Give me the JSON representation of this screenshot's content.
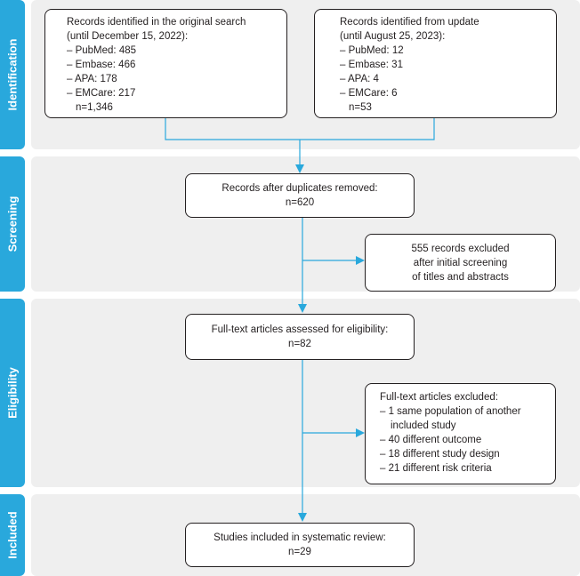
{
  "phases": {
    "identification": "Identification",
    "screening": "Screening",
    "eligibility": "Eligibility",
    "included": "Included"
  },
  "original_search": {
    "title_line1": "Records identified in the original search",
    "title_line2": "(until December 15, 2022):",
    "items": [
      "– PubMed: 485",
      "– Embase: 466",
      "– APA: 178",
      "– EMCare: 217"
    ],
    "total": "n=1,346"
  },
  "update_search": {
    "title_line1": "Records identified from update",
    "title_line2": "(until August 25, 2023):",
    "items": [
      "– PubMed: 12",
      "– Embase: 31",
      "– APA: 4",
      "– EMCare: 6"
    ],
    "total": "n=53"
  },
  "duplicates_removed": {
    "line1": "Records after duplicates removed:",
    "line2": "n=620"
  },
  "screening_excluded": {
    "line1": "555 records excluded",
    "line2": "after initial screening",
    "line3": "of titles and abstracts"
  },
  "fulltext_assessed": {
    "line1": "Full-text articles assessed for eligibility:",
    "line2": "n=82"
  },
  "fulltext_excluded": {
    "title": "Full-text articles excluded:",
    "item1_line1": "– 1 same population of another",
    "item1_line2": "included study",
    "item2": "– 40 different outcome",
    "item3": "– 18 different study design",
    "item4": "– 21 different risk criteria"
  },
  "included_studies": {
    "line1": "Studies included in systematic review:",
    "line2": "n=29"
  },
  "colors": {
    "phase_label": "#29a8dc",
    "panel_bg": "#efefef",
    "arrow": "#29a8dc",
    "box_border": "#231f20"
  }
}
